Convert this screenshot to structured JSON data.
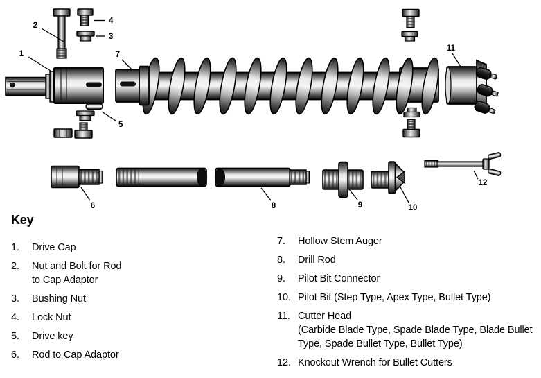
{
  "diagram": {
    "part_labels": {
      "p1": "1",
      "p2": "2",
      "p3": "3",
      "p4": "4",
      "p5": "5",
      "p6": "6",
      "p7": "7",
      "p8": "8",
      "p9": "9",
      "p10": "10",
      "p11": "11",
      "p12": "12"
    }
  },
  "key": {
    "heading": "Key",
    "left": [
      {
        "num": "1.",
        "text": "Drive Cap"
      },
      {
        "num": "2.",
        "text": "Nut and Bolt for Rod\nto Cap Adaptor"
      },
      {
        "num": "3.",
        "text": "Bushing Nut"
      },
      {
        "num": "4.",
        "text": "Lock Nut"
      },
      {
        "num": "5.",
        "text": "Drive key"
      },
      {
        "num": "6.",
        "text": "Rod to Cap Adaptor"
      }
    ],
    "right": [
      {
        "num": "7.",
        "text": "Hollow Stem Auger"
      },
      {
        "num": "8.",
        "text": "Drill Rod"
      },
      {
        "num": "9.",
        "text": "Pilot Bit Connector"
      },
      {
        "num": "10.",
        "text": "Pilot Bit (Step Type, Apex Type, Bullet Type)"
      },
      {
        "num": "11.",
        "text": "Cutter Head\n(Carbide Blade Type, Spade Blade Type, Blade Bullet\nType, Spade Bullet Type, Bullet Type)"
      },
      {
        "num": "12.",
        "text": "Knockout Wrench for Bullet Cutters"
      }
    ]
  }
}
